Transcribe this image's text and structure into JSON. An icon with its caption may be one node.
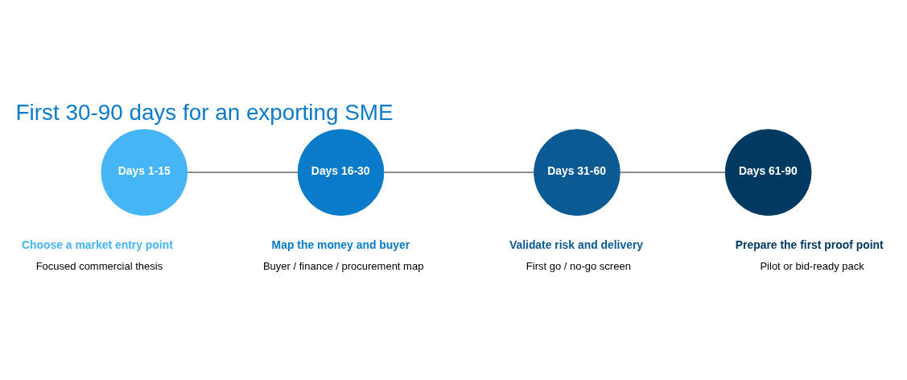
{
  "diagram": {
    "title": "First 30-90 days for an exporting SME",
    "nodes": [
      {
        "text": [
          "Days 1-15"
        ],
        "beside": [
          "Choose a market entry point",
          "Focused commercial thesis"
        ]
      },
      {
        "text": [
          "Days 16-30"
        ],
        "beside": [
          "Map the money and buyer",
          "Buyer / finance / procurement map"
        ]
      },
      {
        "text": [
          "Days 31-60"
        ],
        "beside": [
          "Validate risk and delivery",
          "First go / no-go screen"
        ]
      },
      {
        "text": [
          "Days 61-90"
        ],
        "beside": [
          "Prepare the first proof point",
          "Pilot or bid-ready pack"
        ]
      }
    ],
    "edges": [
      {
        "from": 0,
        "to": 1,
        "arrow": "none"
      },
      {
        "from": 1,
        "to": 2,
        "arrow": "none"
      },
      {
        "from": 2,
        "to": 3,
        "arrow": "none"
      }
    ]
  }
}
